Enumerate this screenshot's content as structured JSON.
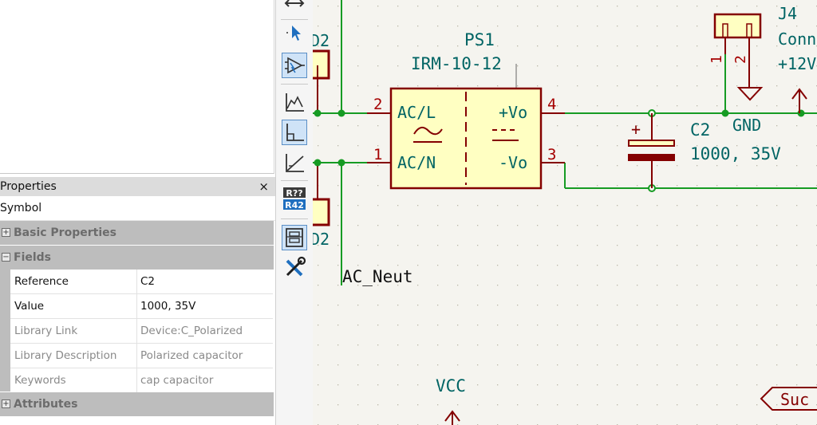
{
  "properties_panel": {
    "title": "Properties",
    "close_glyph": "×",
    "item_type": "Symbol",
    "groups": {
      "basic": {
        "expander": "+",
        "label": "Basic Properties"
      },
      "fields": {
        "expander": "−",
        "label": "Fields"
      },
      "attributes": {
        "expander": "+",
        "label": "Attributes"
      }
    },
    "fields": [
      {
        "name": "Reference",
        "value": "C2"
      },
      {
        "name": "Value",
        "value": "1000, 35V"
      },
      {
        "name": "Library Link",
        "value": "Device:C_Polarized"
      },
      {
        "name": "Library Description",
        "value": "Polarized capacitor"
      },
      {
        "name": "Keywords",
        "value": "cap capacitor"
      }
    ]
  },
  "toolbar": {
    "tools": [
      {
        "icon": "line-mode-icon"
      },
      {
        "icon": "select-pointer-icon"
      },
      {
        "icon": "simulation-probe-icon",
        "active": true
      },
      {
        "icon": "plot-graph-icon"
      },
      {
        "icon": "axis-plot-icon",
        "active": true
      },
      {
        "icon": "diagonal-plot-icon"
      },
      {
        "icon": "annotate-icon",
        "text_top": "R??",
        "text_bottom": "R42"
      },
      {
        "icon": "properties-panel-icon",
        "active": true
      },
      {
        "icon": "tools-icon"
      }
    ]
  },
  "schematic": {
    "ps1": {
      "ref": "PS1",
      "value": "IRM-10-12",
      "pins": {
        "acl": "AC/L",
        "acn": "AC/N",
        "vplus": "+Vo",
        "vminus": "-Vo"
      },
      "pin_numbers": {
        "p1": "1",
        "p2": "2",
        "p3": "3",
        "p4": "4"
      }
    },
    "c2": {
      "ref": "C2",
      "value": "1000, 35V",
      "plus_sign": "+"
    },
    "j4": {
      "ref": "J4",
      "value_partial": "Conn",
      "net_partial": "+12V",
      "pin1": "1",
      "pin2": "2"
    },
    "gnd_label": "GND",
    "vcc_label": "VCC",
    "net_ac_neut": "AC_Neut",
    "partial_d2_top": "D2",
    "partial_d2_bottom": "D2",
    "global_label_partial": "Suc",
    "colors": {
      "wire": "#169b23",
      "component_outline": "#840000",
      "component_fill": "#ffffc2",
      "pin_number": "#a50000",
      "pin_name": "#006464",
      "symbol_text": "#006464",
      "power_symbol": "#840000",
      "junction": "#169b23",
      "canvas_bg": "#f5f4ef"
    }
  }
}
